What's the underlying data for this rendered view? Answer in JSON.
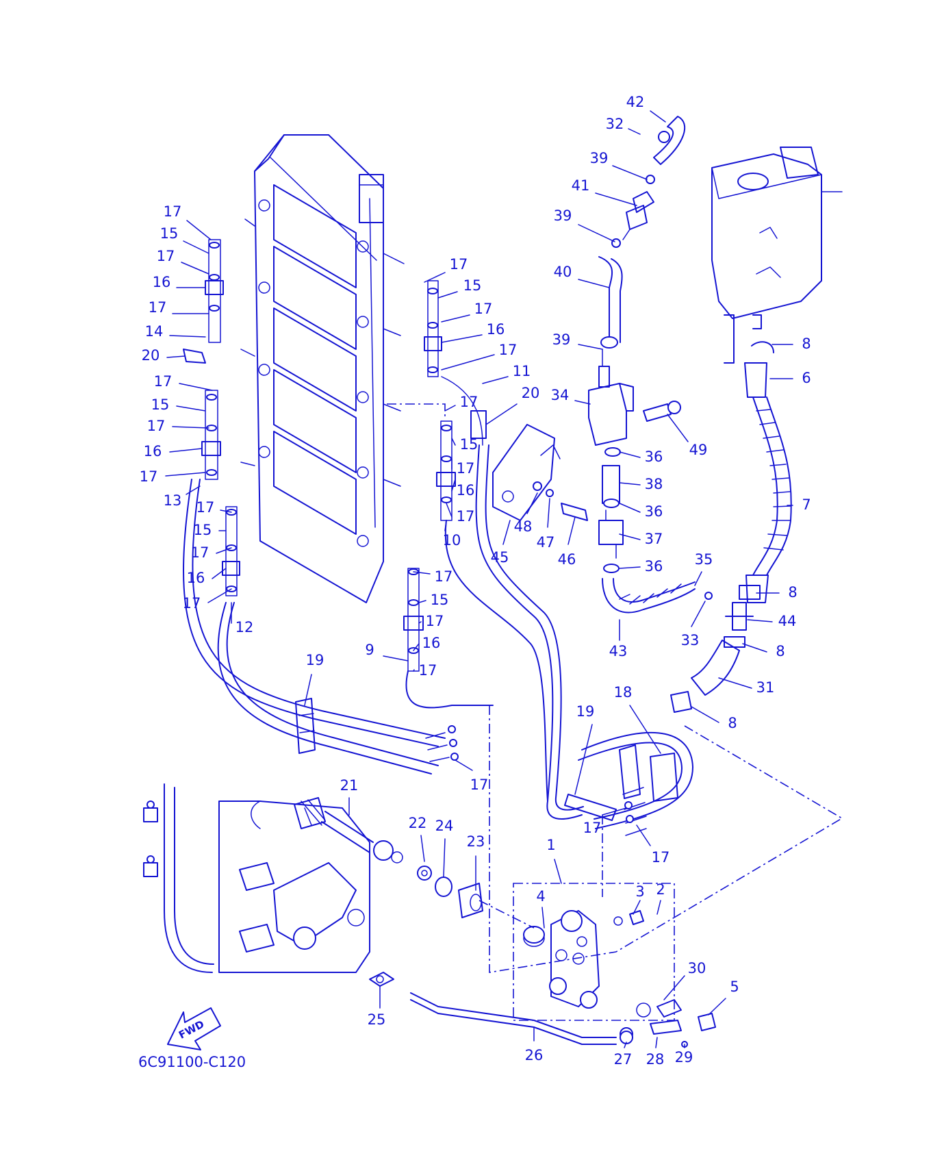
{
  "diagram_code": "6C91100-C120",
  "fwd_label": "FWD",
  "colors": {
    "ink": "#1414d2",
    "background": "#ffffff"
  },
  "callouts": [
    {
      "n": "42"
    },
    {
      "n": "32"
    },
    {
      "n": "39"
    },
    {
      "n": "41"
    },
    {
      "n": "39"
    },
    {
      "n": "40"
    },
    {
      "n": "39"
    },
    {
      "n": "34"
    },
    {
      "n": "49"
    },
    {
      "n": "36"
    },
    {
      "n": "38"
    },
    {
      "n": "36"
    },
    {
      "n": "37"
    },
    {
      "n": "36"
    },
    {
      "n": "35"
    },
    {
      "n": "33"
    },
    {
      "n": "43"
    },
    {
      "n": "8"
    },
    {
      "n": "6"
    },
    {
      "n": "7"
    },
    {
      "n": "8"
    },
    {
      "n": "44"
    },
    {
      "n": "8"
    },
    {
      "n": "31"
    },
    {
      "n": "8"
    },
    {
      "n": "17"
    },
    {
      "n": "15"
    },
    {
      "n": "17"
    },
    {
      "n": "16"
    },
    {
      "n": "17"
    },
    {
      "n": "14"
    },
    {
      "n": "20"
    },
    {
      "n": "17"
    },
    {
      "n": "15"
    },
    {
      "n": "17"
    },
    {
      "n": "16"
    },
    {
      "n": "17"
    },
    {
      "n": "13"
    },
    {
      "n": "17"
    },
    {
      "n": "15"
    },
    {
      "n": "17"
    },
    {
      "n": "16"
    },
    {
      "n": "17"
    },
    {
      "n": "12"
    },
    {
      "n": "17"
    },
    {
      "n": "15"
    },
    {
      "n": "17"
    },
    {
      "n": "16"
    },
    {
      "n": "17"
    },
    {
      "n": "11"
    },
    {
      "n": "20"
    },
    {
      "n": "17"
    },
    {
      "n": "15"
    },
    {
      "n": "17"
    },
    {
      "n": "16"
    },
    {
      "n": "17"
    },
    {
      "n": "10"
    },
    {
      "n": "48"
    },
    {
      "n": "47"
    },
    {
      "n": "46"
    },
    {
      "n": "45"
    },
    {
      "n": "17"
    },
    {
      "n": "15"
    },
    {
      "n": "17"
    },
    {
      "n": "16"
    },
    {
      "n": "9"
    },
    {
      "n": "17"
    },
    {
      "n": "19"
    },
    {
      "n": "19"
    },
    {
      "n": "18"
    },
    {
      "n": "17"
    },
    {
      "n": "17"
    },
    {
      "n": "17"
    },
    {
      "n": "21"
    },
    {
      "n": "22"
    },
    {
      "n": "24"
    },
    {
      "n": "23"
    },
    {
      "n": "1"
    },
    {
      "n": "4"
    },
    {
      "n": "3"
    },
    {
      "n": "2"
    },
    {
      "n": "30"
    },
    {
      "n": "5"
    },
    {
      "n": "25"
    },
    {
      "n": "26"
    },
    {
      "n": "27"
    },
    {
      "n": "28"
    },
    {
      "n": "29"
    }
  ]
}
